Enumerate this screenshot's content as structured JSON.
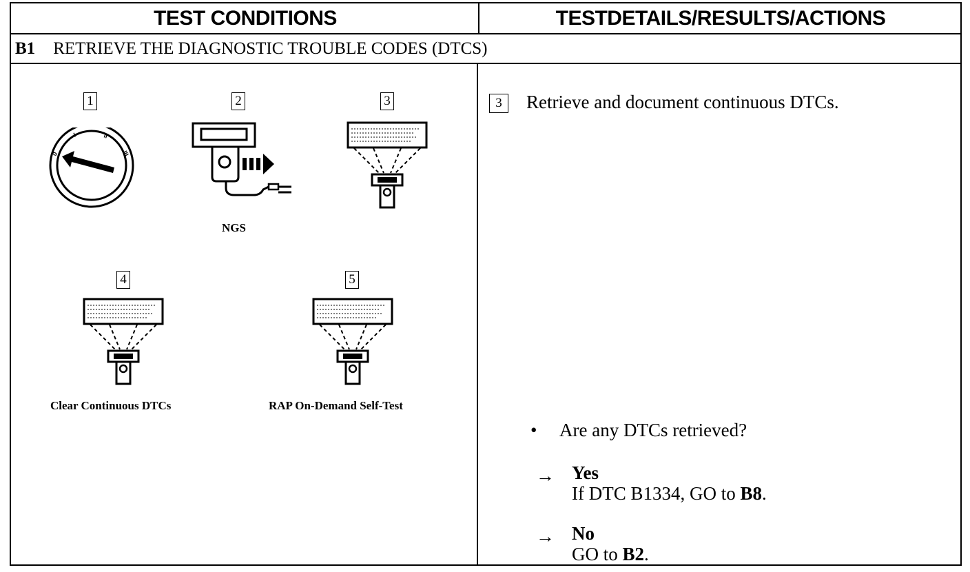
{
  "header": {
    "left": "TEST CONDITIONS",
    "right": "TESTDETAILS/RESULTS/ACTIONS"
  },
  "section": {
    "code": "B1",
    "title": "RETRIEVE THE DIAGNOSTIC TROUBLE CODES (DTCS)"
  },
  "steps": [
    {
      "number": "1",
      "caption": "",
      "icon": "ignition-switch-icon"
    },
    {
      "number": "2",
      "caption": "NGS",
      "icon": "ngs-tester-connect-icon"
    },
    {
      "number": "3",
      "caption": "",
      "icon": "scan-tool-display-icon"
    },
    {
      "number": "4",
      "caption": "Clear Continuous DTCs",
      "icon": "scan-tool-display-icon"
    },
    {
      "number": "5",
      "caption": "RAP On-Demand Self-Test",
      "icon": "scan-tool-display-icon"
    }
  ],
  "ignition_labels": [
    "0",
    "I",
    "II",
    "III"
  ],
  "details": {
    "step_ref": "3",
    "instruction": "Retrieve and document continuous DTCs.",
    "bullet": "•",
    "question": "Are any DTCs retrieved?",
    "arrow": "→",
    "yes_label": "Yes",
    "yes_prefix": "If DTC B1334, GO to ",
    "yes_target": "B8",
    "yes_suffix": ".",
    "no_label": "No",
    "no_prefix": "GO to ",
    "no_target": "B2",
    "no_suffix": "."
  }
}
